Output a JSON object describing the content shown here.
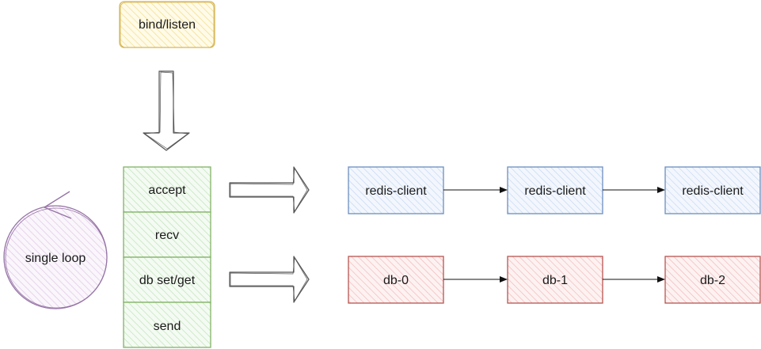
{
  "top_box": {
    "label": "bind/listen",
    "fill": "#fff2cc",
    "stroke": "#d6b656"
  },
  "stack": {
    "items": [
      "accept",
      "recv",
      "db set/get",
      "send"
    ],
    "fill": "#d5e8d4",
    "stroke": "#82b366"
  },
  "loop": {
    "label": "single loop",
    "fill": "#e1d5e7",
    "stroke": "#9673a6"
  },
  "clients": {
    "items": [
      "redis-client",
      "redis-client",
      "redis-client"
    ],
    "fill": "#dae8fc",
    "stroke": "#6c8ebf"
  },
  "dbs": {
    "items": [
      "db-0",
      "db-1",
      "db-2"
    ],
    "fill": "#f8cecc",
    "stroke": "#b85450"
  }
}
